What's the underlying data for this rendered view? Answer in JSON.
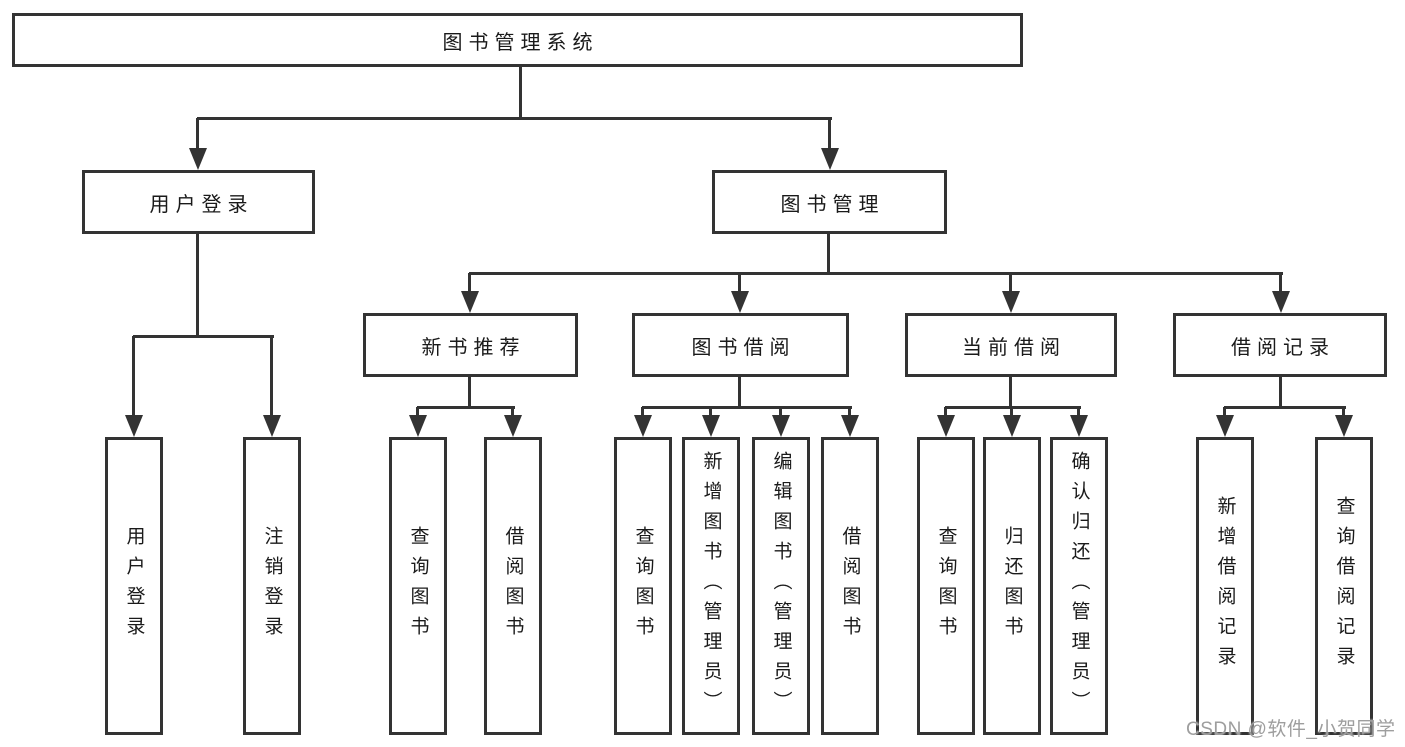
{
  "diagram": {
    "type": "tree",
    "line_color": "#333333",
    "text_color": "#1a1a1a",
    "box_background": "#ffffff",
    "nodes": {
      "root": "图书管理系统",
      "user_login": "用户登录",
      "book_mgmt": "图书管理",
      "new_book": "新书推荐",
      "book_borrow": "图书借阅",
      "current_borrow": "当前借阅",
      "borrow_records": "借阅记录",
      "leaf_user_login": "用户登录",
      "leaf_logout": "注销登录",
      "leaf_nb_query": "查询图书",
      "leaf_nb_borrow": "借阅图书",
      "leaf_bb_query": "查询图书",
      "leaf_bb_add": "新增图书（管理员）",
      "leaf_bb_edit": "编辑图书（管理员）",
      "leaf_bb_borrow": "借阅图书",
      "leaf_cb_query": "查询图书",
      "leaf_cb_return": "归还图书",
      "leaf_cb_confirm": "确认归还（管理员）",
      "leaf_rec_add": "新增借阅记录",
      "leaf_rec_query": "查询借阅记录"
    },
    "hierarchy": {
      "图书管理系统": {
        "用户登录": [
          "用户登录",
          "注销登录"
        ],
        "图书管理": {
          "新书推荐": [
            "查询图书",
            "借阅图书"
          ],
          "图书借阅": [
            "查询图书",
            "新增图书（管理员）",
            "编辑图书（管理员）",
            "借阅图书"
          ],
          "当前借阅": [
            "查询图书",
            "归还图书",
            "确认归还（管理员）"
          ],
          "借阅记录": [
            "新增借阅记录",
            "查询借阅记录"
          ]
        }
      }
    }
  },
  "watermark": {
    "text": "CSDN @软件_小贺同学",
    "color": "#9e9e9e"
  }
}
